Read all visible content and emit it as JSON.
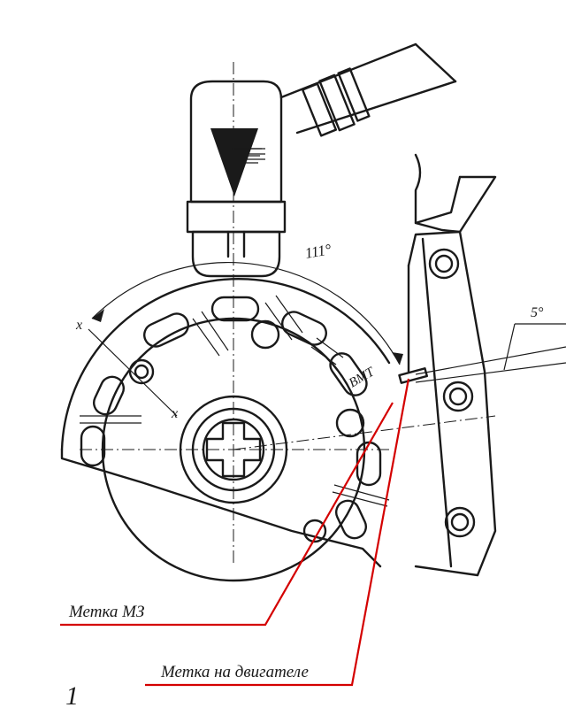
{
  "diagram": {
    "dimension_arc_label": "111°",
    "angle_label": "5°",
    "tdc_label": "ВМТ",
    "axis_mark_1": "x",
    "axis_mark_2": "x",
    "page_number": "1",
    "callouts": [
      {
        "text": "Метка МЗ"
      },
      {
        "text": "Метка на двигателе"
      }
    ],
    "colors": {
      "ink": "#1a1a1a",
      "callout_line": "#d40000"
    }
  }
}
